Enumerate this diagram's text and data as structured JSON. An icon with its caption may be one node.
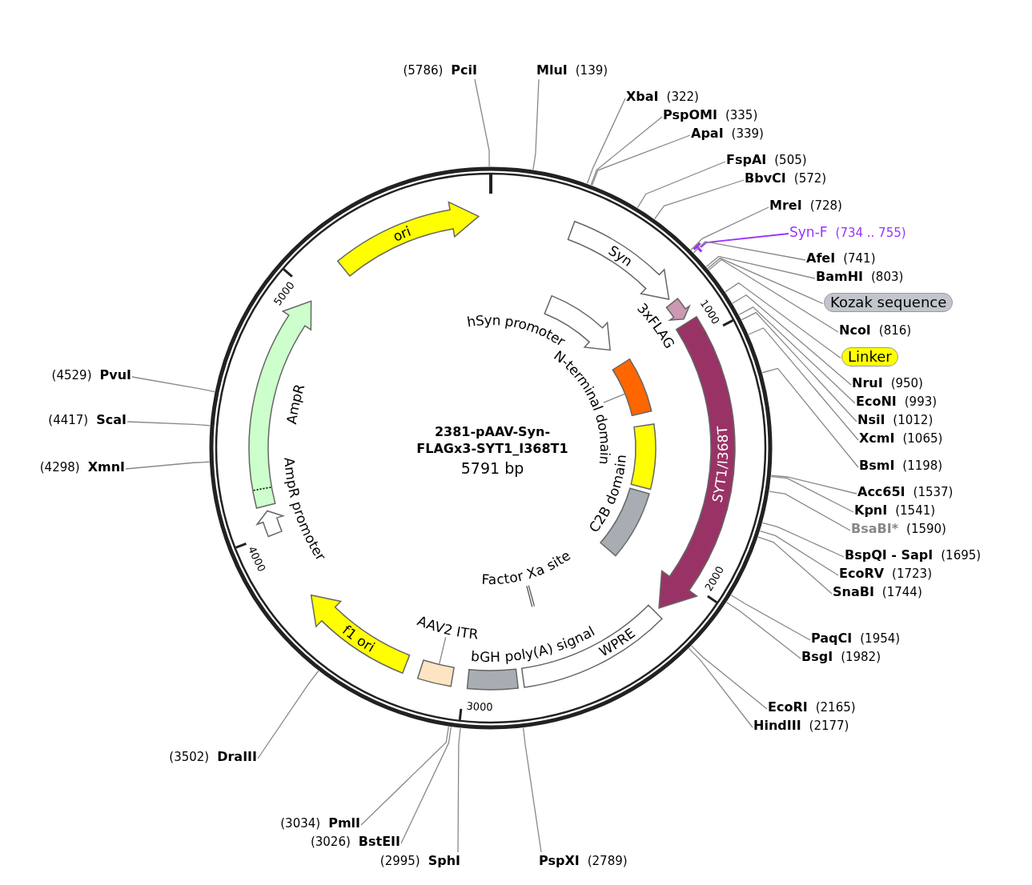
{
  "diagram": {
    "title": "2381-pAAV-Syn-FLAGx3-SYT1_I368T1",
    "nodes": [
      {
        "text": [
          "(5786)",
          "PciI"
        ]
      },
      {
        "text": [
          "MluI",
          "(139)"
        ]
      },
      {
        "text": [
          "XbaI",
          "(322)"
        ]
      },
      {
        "text": [
          "PspOMI",
          "(335)"
        ]
      },
      {
        "text": [
          "ApaI",
          "(339)"
        ]
      },
      {
        "text": [
          "FspAI",
          "(505)"
        ]
      },
      {
        "text": [
          "BbvCI",
          "(572)"
        ]
      },
      {
        "text": [
          "MreI",
          "(728)"
        ]
      },
      {
        "text": [
          "Syn-F",
          "(734 .. 755)"
        ]
      },
      {
        "text": [
          "AfeI",
          "(741)"
        ]
      },
      {
        "text": [
          "BamHI",
          "(803)"
        ]
      },
      {
        "text": [
          "Kozak sequence"
        ]
      },
      {
        "text": [
          "NcoI",
          "(816)"
        ]
      },
      {
        "text": [
          "Linker"
        ]
      },
      {
        "text": [
          "NruI",
          "(950)"
        ]
      },
      {
        "text": [
          "EcoNI",
          "(993)"
        ]
      },
      {
        "text": [
          "NsiI",
          "(1012)"
        ]
      },
      {
        "text": [
          "XcmI",
          "(1065)"
        ]
      },
      {
        "text": [
          "BsmI",
          "(1198)"
        ]
      },
      {
        "text": [
          "Acc65I",
          "(1537)"
        ]
      },
      {
        "text": [
          "KpnI",
          "(1541)"
        ]
      },
      {
        "text": [
          "BsaBI*",
          "(1590)"
        ]
      },
      {
        "text": [
          "BspQI - SapI",
          "(1695)"
        ]
      },
      {
        "text": [
          "EcoRV",
          "(1723)"
        ]
      },
      {
        "text": [
          "SnaBI",
          "(1744)"
        ]
      },
      {
        "text": [
          "PaqCI",
          "(1954)"
        ]
      },
      {
        "text": [
          "BsgI",
          "(1982)"
        ]
      },
      {
        "text": [
          "EcoRI",
          "(2165)"
        ]
      },
      {
        "text": [
          "HindIII",
          "(2177)"
        ]
      },
      {
        "text": [
          "PspXI",
          "(2789)"
        ]
      },
      {
        "text": [
          "(2995)",
          "SphI"
        ]
      },
      {
        "text": [
          "(3026)",
          "BstEII"
        ]
      },
      {
        "text": [
          "(3034)",
          "PmlI"
        ]
      },
      {
        "text": [
          "(3502)",
          "DraIII"
        ]
      },
      {
        "text": [
          "(4298)",
          "XmnI"
        ]
      },
      {
        "text": [
          "(4417)",
          "ScaI"
        ]
      },
      {
        "text": [
          "(4529)",
          "PvuI"
        ]
      },
      {
        "text": [
          "ori"
        ]
      },
      {
        "text": [
          "Syn"
        ]
      },
      {
        "text": [
          "3xFLAG"
        ]
      },
      {
        "text": [
          "SYT1/I368T"
        ]
      },
      {
        "text": [
          "WPRE"
        ]
      },
      {
        "text": [
          "bGH poly(A) signal"
        ]
      },
      {
        "text": [
          "AAV2 ITR"
        ]
      },
      {
        "text": [],
        "shape": "box"
      },
      {
        "text": [
          "f1 ori"
        ]
      },
      {
        "text": [
          "AmpR promoter"
        ]
      },
      {
        "text": [
          "AmpR"
        ]
      },
      {
        "text": [
          "hSyn promoter"
        ]
      },
      {
        "text": [
          "N-terminal domain"
        ]
      },
      {
        "text": [],
        "shape": "box"
      },
      {
        "text": [],
        "shape": "box"
      },
      {
        "text": [
          "C2B domain"
        ]
      },
      {
        "text": [
          "Factor Xa site"
        ]
      }
    ],
    "edges": [
      {
        "from": 0,
        "to": null,
        "arrow": "none"
      },
      {
        "from": 1,
        "to": null,
        "arrow": "none"
      },
      {
        "from": 2,
        "to": null,
        "arrow": "none"
      },
      {
        "from": 3,
        "to": null,
        "arrow": "none"
      },
      {
        "from": 4,
        "to": null,
        "arrow": "none"
      },
      {
        "from": 5,
        "to": null,
        "arrow": "none"
      },
      {
        "from": 6,
        "to": null,
        "arrow": "none"
      },
      {
        "from": 7,
        "to": null,
        "arrow": "none"
      },
      {
        "from": 8,
        "to": null,
        "arrow": "none",
        "color": "#9933ff"
      },
      {
        "from": 9,
        "to": null,
        "arrow": "none"
      },
      {
        "from": 10,
        "to": null,
        "arrow": "none"
      },
      {
        "from": 11,
        "to": null,
        "arrow": "none"
      },
      {
        "from": 12,
        "to": null,
        "arrow": "none"
      },
      {
        "from": 13,
        "to": null,
        "arrow": "none"
      },
      {
        "from": 14,
        "to": null,
        "arrow": "none"
      },
      {
        "from": 15,
        "to": null,
        "arrow": "none"
      },
      {
        "from": 16,
        "to": null,
        "arrow": "none"
      },
      {
        "from": 17,
        "to": null,
        "arrow": "none"
      },
      {
        "from": 18,
        "to": null,
        "arrow": "none"
      },
      {
        "from": 19,
        "to": null,
        "arrow": "none"
      },
      {
        "from": 20,
        "to": null,
        "arrow": "none"
      },
      {
        "from": 21,
        "to": null,
        "arrow": "none"
      },
      {
        "from": 22,
        "to": null,
        "arrow": "none"
      },
      {
        "from": 23,
        "to": null,
        "arrow": "none"
      },
      {
        "from": 24,
        "to": null,
        "arrow": "none"
      },
      {
        "from": 25,
        "to": null,
        "arrow": "none"
      },
      {
        "from": 26,
        "to": null,
        "arrow": "none"
      },
      {
        "from": 27,
        "to": null,
        "arrow": "none"
      },
      {
        "from": 28,
        "to": null,
        "arrow": "none"
      },
      {
        "from": 29,
        "to": null,
        "arrow": "none"
      },
      {
        "from": 30,
        "to": null,
        "arrow": "none"
      },
      {
        "from": 31,
        "to": null,
        "arrow": "none"
      },
      {
        "from": 32,
        "to": null,
        "arrow": "none"
      },
      {
        "from": 33,
        "to": null,
        "arrow": "none"
      },
      {
        "from": 34,
        "to": null,
        "arrow": "none"
      },
      {
        "from": 35,
        "to": null,
        "arrow": "none"
      },
      {
        "from": 36,
        "to": null,
        "arrow": "none"
      },
      {
        "from": 43,
        "to": 44,
        "arrow": "none"
      },
      {
        "from": 49,
        "to": 50,
        "arrow": "none"
      }
    ],
    "labels": [
      "5791 bp",
      "1000",
      "2000",
      "3000",
      "4000",
      "5000"
    ]
  }
}
